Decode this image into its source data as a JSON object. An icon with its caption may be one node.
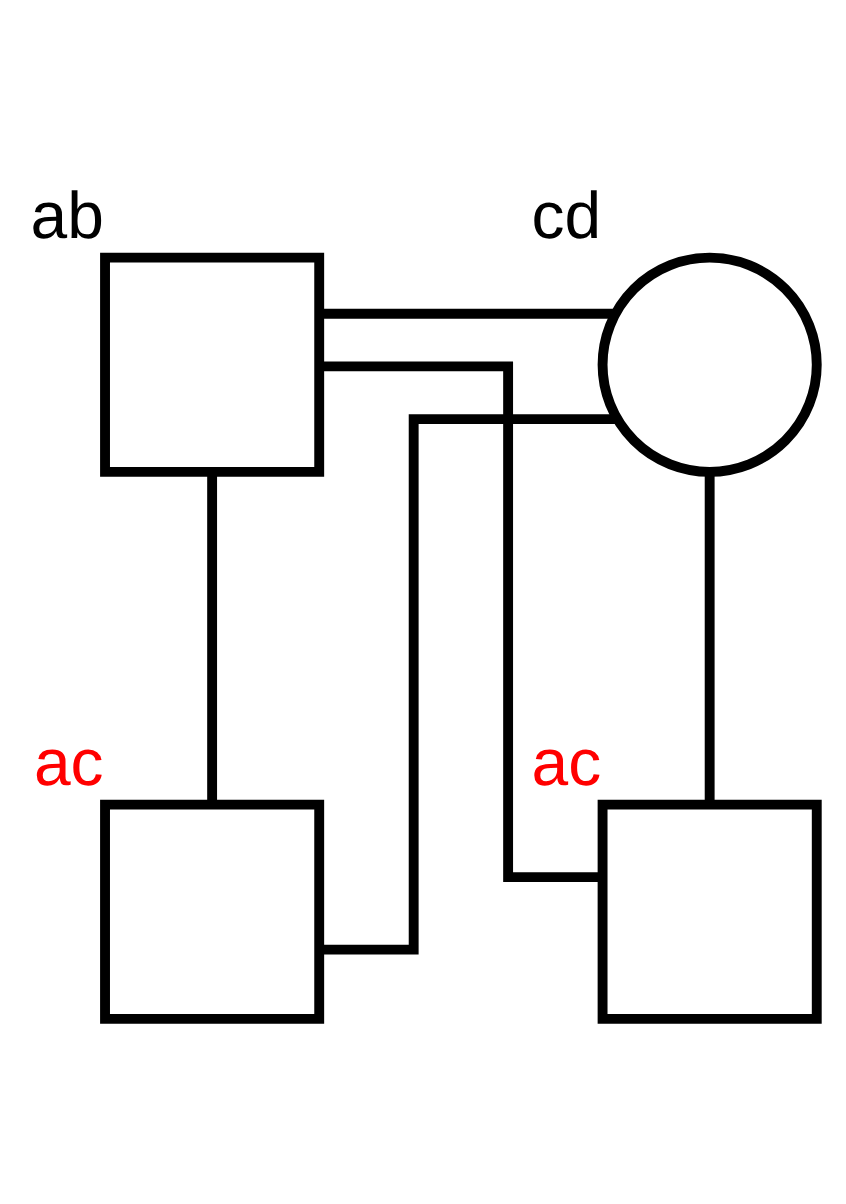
{
  "diagram": {
    "nodes": [
      {
        "text": [],
        "shape": "box",
        "beside": [
          "ab"
        ]
      },
      {
        "text": [],
        "shape": "circle",
        "beside": [
          "cd"
        ]
      },
      {
        "text": [],
        "shape": "box",
        "beside": [
          "ac"
        ]
      },
      {
        "text": [],
        "shape": "box",
        "beside": [
          "ac"
        ]
      }
    ],
    "edges": [
      {
        "from": 0,
        "to": 1,
        "arrow": "none"
      },
      {
        "from": 0,
        "to": 2,
        "arrow": "none"
      },
      {
        "from": 0,
        "to": 3,
        "arrow": "none"
      },
      {
        "from": 1,
        "to": 2,
        "arrow": "none"
      },
      {
        "from": 1,
        "to": 3,
        "arrow": "none"
      }
    ]
  }
}
